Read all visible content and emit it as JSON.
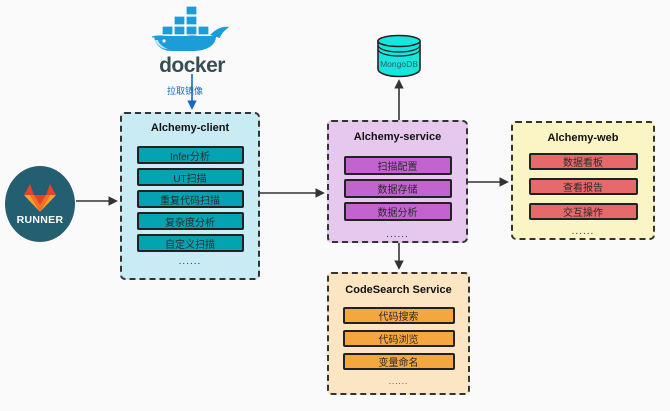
{
  "palette": {
    "client_bg": "#c9ebf3",
    "client_item": "#04a3b1",
    "service_bg": "#e6c8ef",
    "service_item": "#c263cf",
    "web_bg": "#fbf4c5",
    "web_item": "#e6696b",
    "codesearch_bg": "#fce5c2",
    "codesearch_item": "#f5a73f",
    "mongodb_fill": "#17e6df",
    "runner_circle": "#235f70",
    "docker_blue": "#1d9dd8",
    "arrow_dark": "#333333",
    "arrow_blue": "#1669c1"
  },
  "docker": {
    "wordmark": "docker",
    "pull_label": "拉取镜像"
  },
  "runner": {
    "label": "RUNNER"
  },
  "mongodb": {
    "label": "MongoDB"
  },
  "groups": {
    "client": {
      "title": "Alchemy-client",
      "items": [
        "Infer分析",
        "UT扫描",
        "重复代码扫描",
        "复杂度分析",
        "自定义扫描"
      ],
      "ellipsis": "......"
    },
    "service": {
      "title": "Alchemy-service",
      "items": [
        "扫描配置",
        "数据存储",
        "数据分析"
      ],
      "ellipsis": "......"
    },
    "web": {
      "title": "Alchemy-web",
      "items": [
        "数据看板",
        "查看报告",
        "交互操作"
      ],
      "ellipsis": "......"
    },
    "codesearch": {
      "title": "CodeSearch Service",
      "items": [
        "代码搜索",
        "代码浏览",
        "变量命名"
      ],
      "ellipsis": "......"
    }
  }
}
